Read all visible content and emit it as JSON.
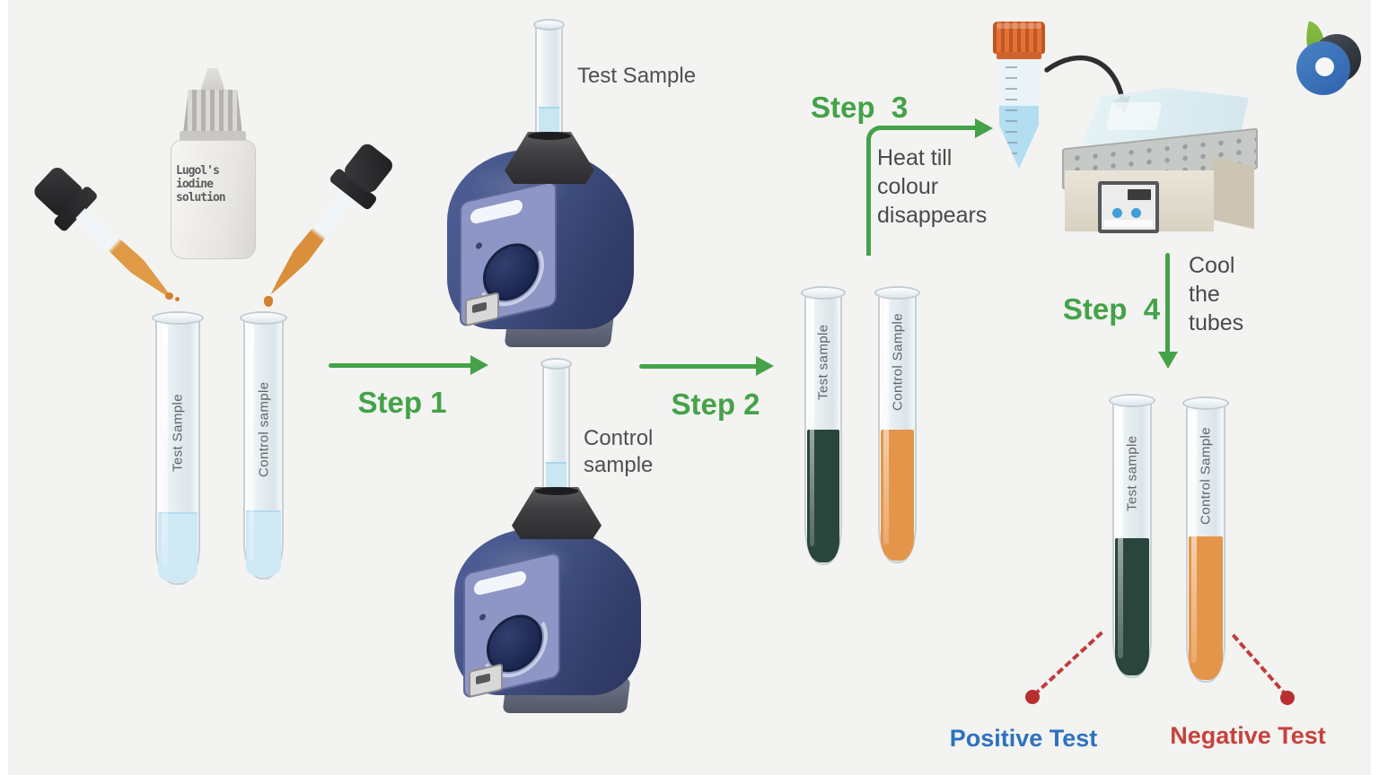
{
  "canvas": {
    "background": "#f3f3f1"
  },
  "logo": {
    "icon": "b-leaf-brand-logo"
  },
  "reagent_bottle": {
    "label": "Lugol's\niodine\nsolution"
  },
  "droppers": [
    {
      "name": "dropper-left",
      "liquid_color": "#dd9a42"
    },
    {
      "name": "dropper-right",
      "liquid_color": "#dd9a42"
    }
  ],
  "tubes": {
    "initial": [
      {
        "label": "Test Sample",
        "liquid_color": "#cfe9f5"
      },
      {
        "label": "Control sample",
        "liquid_color": "#cfe9f5"
      }
    ],
    "after_step2": [
      {
        "label": "Test sample",
        "liquid_color": "#2a463c"
      },
      {
        "label": "Control Sample",
        "liquid_color": "#e5954a"
      }
    ],
    "final": [
      {
        "label": "Test sample",
        "liquid_color": "#2a463c"
      },
      {
        "label": "Control Sample",
        "liquid_color": "#e5954a"
      }
    ]
  },
  "mixers": [
    {
      "caption": "Test Sample"
    },
    {
      "caption": "Control\nsample"
    }
  ],
  "steps": {
    "step1": {
      "label": "Step 1"
    },
    "step2": {
      "label": "Step 2"
    },
    "step3": {
      "label": "Step  3",
      "note": "Heat till\ncolour\ndisappears"
    },
    "step4": {
      "label": "Step  4",
      "note": "Cool\nthe\ntubes"
    }
  },
  "results": [
    {
      "label": "Positive Test",
      "color": "#2d72bf"
    },
    {
      "label": "Negative Test",
      "color": "#c6423c"
    }
  ],
  "colors": {
    "accent_green": "#44a248",
    "dashed_line_red": "#c23b3b",
    "transfer_arrow_black": "#2e2e2e",
    "iodine_positive_dark_green": "#2a463c",
    "control_orange": "#e5954a",
    "sample_light_blue": "#cfe9f5"
  }
}
